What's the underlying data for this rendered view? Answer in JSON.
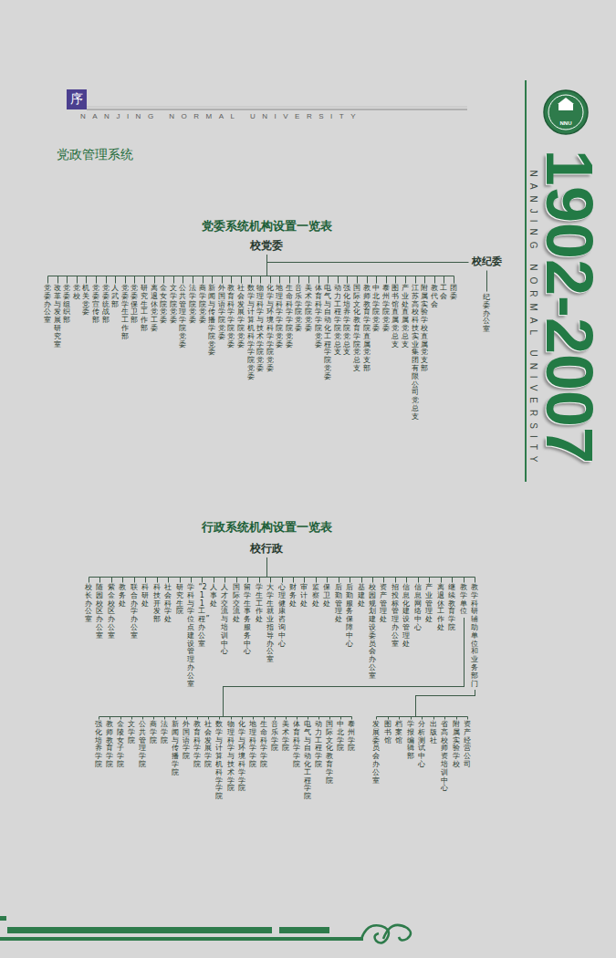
{
  "diagram": {
    "title": "党政管理系统",
    "nodes": [
      {
        "text": [
          "序"
        ]
      },
      {
        "text": [
          "校党委"
        ]
      },
      {
        "text": [
          "校纪委"
        ]
      },
      {
        "text": [
          "党委办公室"
        ]
      },
      {
        "text": [
          "改革与发展研究室"
        ]
      },
      {
        "text": [
          "党委组织部"
        ]
      },
      {
        "text": [
          "党校"
        ]
      },
      {
        "text": [
          "机关党委"
        ]
      },
      {
        "text": [
          "党委宣传部"
        ]
      },
      {
        "text": [
          "党委统战部"
        ]
      },
      {
        "text": [
          "人武部"
        ]
      },
      {
        "text": [
          "党委学生工作部"
        ]
      },
      {
        "text": [
          "党委保卫部"
        ]
      },
      {
        "text": [
          "研究生工作部"
        ]
      },
      {
        "text": [
          "离退休党工委"
        ]
      },
      {
        "text": [
          "金女院党委"
        ]
      },
      {
        "text": [
          "文学院党委"
        ]
      },
      {
        "text": [
          "公共管理学院党委"
        ]
      },
      {
        "text": [
          "法学院党委"
        ]
      },
      {
        "text": [
          "商学院党委"
        ]
      },
      {
        "text": [
          "新闻与传播学院党委"
        ]
      },
      {
        "text": [
          "外国语学院党委"
        ]
      },
      {
        "text": [
          "教育科学学院党委"
        ]
      },
      {
        "text": [
          "社会发展学院党委"
        ]
      },
      {
        "text": [
          "数学与计算机科学学院党委"
        ]
      },
      {
        "text": [
          "物理科学与技术学院党委"
        ]
      },
      {
        "text": [
          "化学与环境科学学院党委"
        ]
      },
      {
        "text": [
          "地理科学学院党委"
        ]
      },
      {
        "text": [
          "生命科学学院党委"
        ]
      },
      {
        "text": [
          "音乐学院党委"
        ]
      },
      {
        "text": [
          "美术学院党委"
        ]
      },
      {
        "text": [
          "体育科学学院党委"
        ]
      },
      {
        "text": [
          "电气与自动化工程学院党委"
        ]
      },
      {
        "text": [
          "动力工程学院党总支"
        ]
      },
      {
        "text": [
          "强化培养学院党总支"
        ]
      },
      {
        "text": [
          "国际文化教育学院党总支"
        ]
      },
      {
        "text": [
          "教师教育学院直属党支部"
        ]
      },
      {
        "text": [
          "中北学院党委"
        ]
      },
      {
        "text": [
          "泰州学院党委"
        ]
      },
      {
        "text": [
          "图书馆直属党总支"
        ]
      },
      {
        "text": [
          "产业处直属党总支"
        ]
      },
      {
        "text": [
          "江苏高校科技实业集团有限公司党总支"
        ]
      },
      {
        "text": [
          "附属实验学校直属党支部"
        ]
      },
      {
        "text": [
          "教代会"
        ]
      },
      {
        "text": [
          "工会"
        ]
      },
      {
        "text": [
          "团委"
        ]
      },
      {
        "text": [
          "纪委办公室"
        ]
      },
      {
        "text": [
          "校行政"
        ]
      },
      {
        "text": [
          "校长办公室"
        ]
      },
      {
        "text": [
          "随园校区办公室"
        ]
      },
      {
        "text": [
          "紫金校区办公室"
        ]
      },
      {
        "text": [
          "教务处"
        ]
      },
      {
        "text": [
          "联合办学办公室"
        ]
      },
      {
        "text": [
          "科研处"
        ]
      },
      {
        "text": [
          "科技开发部"
        ]
      },
      {
        "text": [
          "社会科学处"
        ]
      },
      {
        "text": [
          "研究生院"
        ]
      },
      {
        "text": [
          "学科与学位点建设管理办公室"
        ]
      },
      {
        "text": [
          "“211工程”办公室"
        ]
      },
      {
        "text": [
          "人事处"
        ]
      },
      {
        "text": [
          "人才交流与培训中心"
        ]
      },
      {
        "text": [
          "国际交流处"
        ]
      },
      {
        "text": [
          "留学生事务服务中心"
        ]
      },
      {
        "text": [
          "学生工作处"
        ]
      },
      {
        "text": [
          "大学生就业指导办公室"
        ]
      },
      {
        "text": [
          "心理健康咨询中心"
        ]
      },
      {
        "text": [
          "财务处"
        ]
      },
      {
        "text": [
          "审计处"
        ]
      },
      {
        "text": [
          "监察处"
        ]
      },
      {
        "text": [
          "保卫处"
        ]
      },
      {
        "text": [
          "后勤管理处"
        ]
      },
      {
        "text": [
          "后勤服务保障中心"
        ]
      },
      {
        "text": [
          "基建处"
        ]
      },
      {
        "text": [
          "校园规划建设委员会办公室"
        ]
      },
      {
        "text": [
          "资产管理处"
        ]
      },
      {
        "text": [
          "招投标管理办公室"
        ]
      },
      {
        "text": [
          "信息化建设管理处"
        ]
      },
      {
        "text": [
          "信息网络中心"
        ]
      },
      {
        "text": [
          "产业管理处"
        ]
      },
      {
        "text": [
          "离退休工作处"
        ]
      },
      {
        "text": [
          "继续教育学院"
        ]
      },
      {
        "text": [
          "教学单位"
        ]
      },
      {
        "text": [
          "教学科研辅助单位和业务部门"
        ]
      },
      {
        "text": [
          "强化培养学院"
        ]
      },
      {
        "text": [
          "教师教育学院"
        ]
      },
      {
        "text": [
          "金陵女子学院"
        ]
      },
      {
        "text": [
          "文学院"
        ]
      },
      {
        "text": [
          "公共管理学院"
        ]
      },
      {
        "text": [
          "商学院"
        ]
      },
      {
        "text": [
          "法学院"
        ]
      },
      {
        "text": [
          "新闻与传播学院"
        ]
      },
      {
        "text": [
          "外国语学院"
        ]
      },
      {
        "text": [
          "教育科学学院"
        ]
      },
      {
        "text": [
          "社会发展学院"
        ]
      },
      {
        "text": [
          "数学与计算机科学学院"
        ]
      },
      {
        "text": [
          "物理科学与技术学院"
        ]
      },
      {
        "text": [
          "化学与环境科学学院"
        ]
      },
      {
        "text": [
          "地理科学学院"
        ]
      },
      {
        "text": [
          "生命科学学院"
        ]
      },
      {
        "text": [
          "音乐学院"
        ]
      },
      {
        "text": [
          "美术学院"
        ]
      },
      {
        "text": [
          "体育科学学院"
        ]
      },
      {
        "text": [
          "电气与自动化工程学院"
        ]
      },
      {
        "text": [
          "动力工程学院"
        ]
      },
      {
        "text": [
          "国际文化教育学院"
        ]
      },
      {
        "text": [
          "中北学院"
        ]
      },
      {
        "text": [
          "泰州学院"
        ]
      },
      {
        "text": [
          "发展委员会办公室"
        ]
      },
      {
        "text": [
          "图书馆"
        ]
      },
      {
        "text": [
          "档案馆"
        ]
      },
      {
        "text": [
          "学报编辑部"
        ]
      },
      {
        "text": [
          "分析测试中心"
        ]
      },
      {
        "text": [
          "出版社"
        ]
      },
      {
        "text": [
          "省高校师资培训中心"
        ]
      },
      {
        "text": [
          "附属实验学校"
        ]
      },
      {
        "text": [
          "资产经营公司"
        ]
      }
    ],
    "edges": [
      {
        "from": 1,
        "to": 2,
        "arrow": "none"
      },
      {
        "from": 1,
        "to": 3,
        "arrow": "none"
      },
      {
        "from": 1,
        "to": 4,
        "arrow": "none"
      },
      {
        "from": 1,
        "to": 5,
        "arrow": "none"
      },
      {
        "from": 1,
        "to": 6,
        "arrow": "none"
      },
      {
        "from": 1,
        "to": 7,
        "arrow": "none"
      },
      {
        "from": 1,
        "to": 8,
        "arrow": "none"
      },
      {
        "from": 1,
        "to": 9,
        "arrow": "none"
      },
      {
        "from": 1,
        "to": 10,
        "arrow": "none"
      },
      {
        "from": 1,
        "to": 11,
        "arrow": "none"
      },
      {
        "from": 1,
        "to": 12,
        "arrow": "none"
      },
      {
        "from": 1,
        "to": 13,
        "arrow": "none"
      },
      {
        "from": 1,
        "to": 14,
        "arrow": "none"
      },
      {
        "from": 1,
        "to": 15,
        "arrow": "none"
      },
      {
        "from": 1,
        "to": 16,
        "arrow": "none"
      },
      {
        "from": 1,
        "to": 17,
        "arrow": "none"
      },
      {
        "from": 1,
        "to": 18,
        "arrow": "none"
      },
      {
        "from": 1,
        "to": 19,
        "arrow": "none"
      },
      {
        "from": 1,
        "to": 20,
        "arrow": "none"
      },
      {
        "from": 1,
        "to": 21,
        "arrow": "none"
      },
      {
        "from": 1,
        "to": 22,
        "arrow": "none"
      },
      {
        "from": 1,
        "to": 23,
        "arrow": "none"
      },
      {
        "from": 1,
        "to": 24,
        "arrow": "none"
      },
      {
        "from": 1,
        "to": 25,
        "arrow": "none"
      },
      {
        "from": 1,
        "to": 26,
        "arrow": "none"
      },
      {
        "from": 1,
        "to": 27,
        "arrow": "none"
      },
      {
        "from": 1,
        "to": 28,
        "arrow": "none"
      },
      {
        "from": 1,
        "to": 29,
        "arrow": "none"
      },
      {
        "from": 1,
        "to": 30,
        "arrow": "none"
      },
      {
        "from": 1,
        "to": 31,
        "arrow": "none"
      },
      {
        "from": 1,
        "to": 32,
        "arrow": "none"
      },
      {
        "from": 1,
        "to": 33,
        "arrow": "none"
      },
      {
        "from": 1,
        "to": 34,
        "arrow": "none"
      },
      {
        "from": 1,
        "to": 35,
        "arrow": "none"
      },
      {
        "from": 1,
        "to": 36,
        "arrow": "none"
      },
      {
        "from": 1,
        "to": 37,
        "arrow": "none"
      },
      {
        "from": 1,
        "to": 38,
        "arrow": "none"
      },
      {
        "from": 1,
        "to": 39,
        "arrow": "none"
      },
      {
        "from": 1,
        "to": 40,
        "arrow": "none"
      },
      {
        "from": 1,
        "to": 41,
        "arrow": "none"
      },
      {
        "from": 1,
        "to": 42,
        "arrow": "none"
      },
      {
        "from": 1,
        "to": 43,
        "arrow": "none"
      },
      {
        "from": 1,
        "to": 44,
        "arrow": "none"
      },
      {
        "from": 1,
        "to": 45,
        "arrow": "none"
      },
      {
        "from": 2,
        "to": 46,
        "arrow": "none"
      },
      {
        "from": 47,
        "to": 48,
        "arrow": "none"
      },
      {
        "from": 47,
        "to": 49,
        "arrow": "none"
      },
      {
        "from": 47,
        "to": 50,
        "arrow": "none"
      },
      {
        "from": 47,
        "to": 51,
        "arrow": "none"
      },
      {
        "from": 47,
        "to": 52,
        "arrow": "none"
      },
      {
        "from": 47,
        "to": 53,
        "arrow": "none"
      },
      {
        "from": 47,
        "to": 54,
        "arrow": "none"
      },
      {
        "from": 47,
        "to": 55,
        "arrow": "none"
      },
      {
        "from": 47,
        "to": 56,
        "arrow": "none"
      },
      {
        "from": 47,
        "to": 57,
        "arrow": "none"
      },
      {
        "from": 47,
        "to": 58,
        "arrow": "none"
      },
      {
        "from": 47,
        "to": 59,
        "arrow": "none"
      },
      {
        "from": 47,
        "to": 60,
        "arrow": "none"
      },
      {
        "from": 47,
        "to": 61,
        "arrow": "none"
      },
      {
        "from": 47,
        "to": 62,
        "arrow": "none"
      },
      {
        "from": 47,
        "to": 63,
        "arrow": "none"
      },
      {
        "from": 47,
        "to": 64,
        "arrow": "none"
      },
      {
        "from": 47,
        "to": 65,
        "arrow": "none"
      },
      {
        "from": 47,
        "to": 66,
        "arrow": "none"
      },
      {
        "from": 47,
        "to": 67,
        "arrow": "none"
      },
      {
        "from": 47,
        "to": 68,
        "arrow": "none"
      },
      {
        "from": 47,
        "to": 69,
        "arrow": "none"
      },
      {
        "from": 47,
        "to": 70,
        "arrow": "none"
      },
      {
        "from": 47,
        "to": 71,
        "arrow": "none"
      },
      {
        "from": 47,
        "to": 72,
        "arrow": "none"
      },
      {
        "from": 47,
        "to": 73,
        "arrow": "none"
      },
      {
        "from": 47,
        "to": 74,
        "arrow": "none"
      },
      {
        "from": 47,
        "to": 75,
        "arrow": "none"
      },
      {
        "from": 47,
        "to": 76,
        "arrow": "none"
      },
      {
        "from": 47,
        "to": 77,
        "arrow": "none"
      },
      {
        "from": 47,
        "to": 78,
        "arrow": "none"
      },
      {
        "from": 47,
        "to": 79,
        "arrow": "none"
      },
      {
        "from": 47,
        "to": 80,
        "arrow": "none"
      },
      {
        "from": 47,
        "to": 81,
        "arrow": "none"
      },
      {
        "from": 47,
        "to": 82,
        "arrow": "none"
      },
      {
        "from": 81,
        "to": 83,
        "arrow": "none"
      },
      {
        "from": 81,
        "to": 84,
        "arrow": "none"
      },
      {
        "from": 81,
        "to": 85,
        "arrow": "none"
      },
      {
        "from": 81,
        "to": 86,
        "arrow": "none"
      },
      {
        "from": 81,
        "to": 87,
        "arrow": "none"
      },
      {
        "from": 81,
        "to": 88,
        "arrow": "none"
      },
      {
        "from": 81,
        "to": 89,
        "arrow": "none"
      },
      {
        "from": 81,
        "to": 90,
        "arrow": "none"
      },
      {
        "from": 81,
        "to": 91,
        "arrow": "none"
      },
      {
        "from": 81,
        "to": 92,
        "arrow": "none"
      },
      {
        "from": 81,
        "to": 93,
        "arrow": "none"
      },
      {
        "from": 81,
        "to": 94,
        "arrow": "none"
      },
      {
        "from": 81,
        "to": 95,
        "arrow": "none"
      },
      {
        "from": 81,
        "to": 96,
        "arrow": "none"
      },
      {
        "from": 81,
        "to": 97,
        "arrow": "none"
      },
      {
        "from": 81,
        "to": 98,
        "arrow": "none"
      },
      {
        "from": 81,
        "to": 99,
        "arrow": "none"
      },
      {
        "from": 81,
        "to": 100,
        "arrow": "none"
      },
      {
        "from": 81,
        "to": 101,
        "arrow": "none"
      },
      {
        "from": 81,
        "to": 102,
        "arrow": "none"
      },
      {
        "from": 81,
        "to": 103,
        "arrow": "none"
      },
      {
        "from": 81,
        "to": 104,
        "arrow": "none"
      },
      {
        "from": 81,
        "to": 105,
        "arrow": "none"
      },
      {
        "from": 81,
        "to": 106,
        "arrow": "none"
      },
      {
        "from": 82,
        "to": 107,
        "arrow": "none"
      },
      {
        "from": 82,
        "to": 108,
        "arrow": "none"
      },
      {
        "from": 82,
        "to": 109,
        "arrow": "none"
      },
      {
        "from": 82,
        "to": 110,
        "arrow": "none"
      },
      {
        "from": 82,
        "to": 111,
        "arrow": "none"
      },
      {
        "from": 82,
        "to": 112,
        "arrow": "none"
      },
      {
        "from": 82,
        "to": 113,
        "arrow": "none"
      },
      {
        "from": 82,
        "to": 114,
        "arrow": "none"
      },
      {
        "from": 82,
        "to": 115,
        "arrow": "none"
      }
    ],
    "labels": [
      "NANJING NORMAL UNIVERSITY",
      "党委系统机构设置一览表",
      "行政系统机构设置一览表",
      "1902-2007",
      "NANJING NORMAL UNIVERSITY",
      "NNU"
    ]
  }
}
